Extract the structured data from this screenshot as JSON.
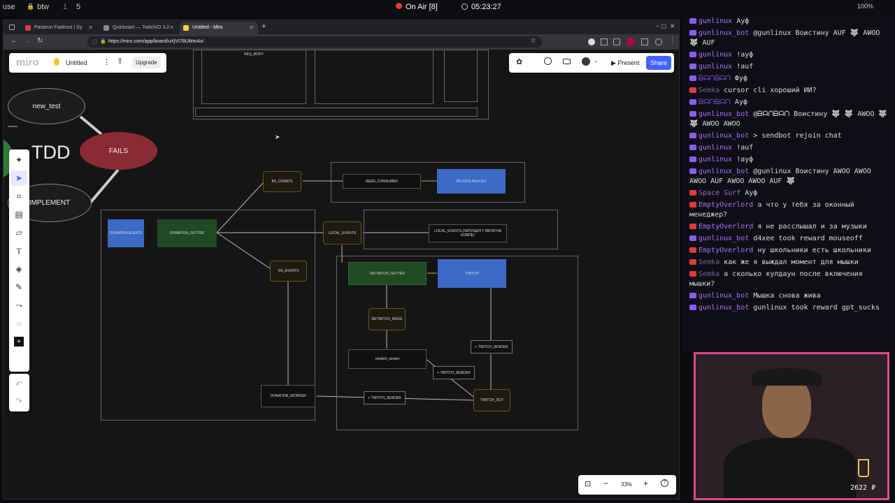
{
  "topbar": {
    "ws": "use",
    "lock": "🔒",
    "btw": "btw",
    "n1": "1",
    "n5": "5",
    "onair": "On Air [8]",
    "clock": "05:23:27",
    "battery": "100%"
  },
  "browser": {
    "tabs": [
      {
        "label": "Paratron Fadeout | Sy"
      },
      {
        "label": "Quickstart — Twitch/O 3.2"
      },
      {
        "label": "Untitled - Miro"
      }
    ],
    "url": "https://miro.com/app/board/uXjVI78UMmAx/"
  },
  "miro": {
    "logo": "miro",
    "board_name": "Untitled",
    "upgrade": "Upgrade",
    "present": "Present",
    "share": "Share",
    "zoom": "33%"
  },
  "board": {
    "new_test": "new_test",
    "tdd": "TDD",
    "fails": "FAILS",
    "implement": "IMPLEMENT",
    "req_body": "REQ_BODY",
    "bs_donats": "BS_DONATS",
    "beer_consumer": "BEER_CONSUMER",
    "bs_gunlinux": "BS.GUNLINUX.RU",
    "donation_alerts": "DONATION ALERTS",
    "donation_getter": "DONATION_GETTER",
    "local_events": "LOCAL_EVENTS",
    "local_events_desc": "LOCAL_EVENTS (ЗАПУЩЕН У МЕНЯ НА КОМПЕ)",
    "da_events": "DA_EVENTS",
    "retwitch_getter": "RETWITCH_GETTER",
    "twitch": "TWITCH",
    "retwitch_mssg": "RETWITCH_MSSG",
    "retwitch_worker": "retwitch_worker",
    "twitch_sender1": "+ TWITCH_SENDER",
    "twitch_sender2": "+ TWITCH_SENDER",
    "twitch_sender3": "+ TWITCH_SENDER",
    "twitch_out": "TWITCH_OUT",
    "donation_worker": "DONATION_WORKER"
  },
  "chat": [
    {
      "u": "gunlinux",
      "c": "#b070ff",
      "t": "Ауф"
    },
    {
      "u": "gunlinux_bot",
      "c": "#b070ff",
      "t": "@gunlinux Воистину AUF 🐺 AWOO 🐺 AUF"
    },
    {
      "u": "gunlinux",
      "c": "#b070ff",
      "t": "!ауф"
    },
    {
      "u": "gunlinux",
      "c": "#b070ff",
      "t": "!auf"
    },
    {
      "u": "ᗷᗩᑎᗷᗩᑎ",
      "c": "#7a4fcf",
      "t": "Фуф"
    },
    {
      "u": "Semka",
      "c": "#7a5fa0",
      "t": "cursor cli хороший ИИ?"
    },
    {
      "u": "ᗷᗩᑎᗷᗩᑎ",
      "c": "#7a4fcf",
      "t": "Ауф"
    },
    {
      "u": "gunlinux_bot",
      "c": "#b070ff",
      "t": "@ᗷᗩᑎᗷᗩᑎ Воистину 🐺 🐺 AWOO 🐺 🐺 AWOO AWOO"
    },
    {
      "u": "gunlinux_bot",
      "c": "#b070ff",
      "t": "> sendbot rejoin chat"
    },
    {
      "u": "gunlinux",
      "c": "#b070ff",
      "t": "!auf"
    },
    {
      "u": "gunlinux",
      "c": "#b070ff",
      "t": "!ауф"
    },
    {
      "u": "gunlinux_bot",
      "c": "#b070ff",
      "t": "@gunlinux Воистину AWOO AWOO AWOO AUF AWOO AWOO AUF 🐺"
    },
    {
      "u": "Space Surf",
      "c": "#9b6bd6",
      "t": "Ауф"
    },
    {
      "u": "EmptyOverlord",
      "c": "#b070ff",
      "t": "а что у тебя за оконный менеджер?"
    },
    {
      "u": "EmptyOverlord",
      "c": "#b070ff",
      "t": "я не расслышал и за музыки"
    },
    {
      "u": "gunlinux_bot",
      "c": "#b070ff",
      "t": "d4xee took reward mouseoff"
    },
    {
      "u": "EmptyOverlord",
      "c": "#b070ff",
      "t": "ну школьники есть школьники"
    },
    {
      "u": "Semka",
      "c": "#7a5fa0",
      "t": "как же я выждал момент для мышки"
    },
    {
      "u": "Semka",
      "c": "#7a5fa0",
      "t": "а сколько кулдаун после включения мышки?"
    },
    {
      "u": "gunlinux_bot",
      "c": "#b070ff",
      "t": "Мышка снова жива"
    },
    {
      "u": "gunlinux_bot",
      "c": "#b070ff",
      "t": "gunlinux took reward gpt_sucks"
    }
  ],
  "overlay": {
    "price": "2622 ₽"
  },
  "colors": {
    "miro_blue": "#4262ff",
    "onair": "#e53935",
    "cam_border": "#e7448f"
  }
}
